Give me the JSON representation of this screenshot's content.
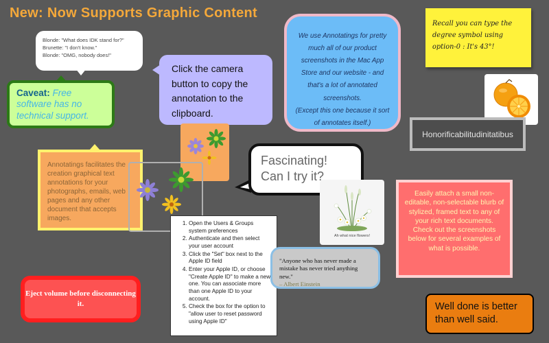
{
  "title": "New: Now Supports Graphic Content",
  "dialog": {
    "lines": [
      "Blonde: \"What does IDK stand for?\"",
      "Brunette: \"I don't know.\"",
      "Blonde: \"OMG, nobody does!\""
    ]
  },
  "caveat": {
    "lead": "Caveat",
    "sep": ": ",
    "text": "Free software has no technical support."
  },
  "camera_note": "Click the camera button to copy the annotation to the clipboard.",
  "blue_note": {
    "main": "We use Annotatings for pretty much all of our product screenshots in the Mac App Store and our website - and that's a lot of annotated screenshots.",
    "aside": "(Except this one because it sort of annotates itself.)"
  },
  "sticky_note": "Recall you can type the degree symbol using option-0 : It's 43°!",
  "honorific": "Honorificabilitudinitatibus",
  "facilitates": "Annotatings facilitates the creation graphical text annotations for your photographs, emails, web pages and any other document that accepts images.",
  "fascinating": "Fascinating! Can I try it?",
  "flowers_caption": "Ah what nice flowers!",
  "steps": [
    "Open the Users & Groups system preferences",
    "Authenticate and then select your user account",
    "Click the \"Set\" box next to the Apple ID field",
    "Enter your Apple ID, or choose \"Create Apple ID\" to make a new one. You can associate more than one Apple ID to your account.",
    "Check the box for the option to \"allow user to reset password using Apple ID\""
  ],
  "quote": {
    "text": "\"Anyone who has never made a mistake has never tried anything new.\"",
    "author": "– Albert Einstein"
  },
  "easy_attach": {
    "main": "Easily attach a small non-editable, non-selectable blurb of stylized, framed text to any of your rich text documents.",
    "follow": "Check out the screenshots below for several examples of what is possible."
  },
  "eject": "Eject volume before disconnecting it.",
  "well_done": "Well done is better than well said.",
  "colors": {
    "background": "#595959",
    "title": "#f4a83a",
    "caveat_fill": "#ccff99",
    "camera_fill": "#bdb9ff",
    "blue_fill": "#6cbcf7",
    "sticky_fill": "#fff23b",
    "facil_fill": "#f7a85e",
    "red_fill": "#ff6e6e",
    "eject_fill": "#fd5252",
    "welldone_fill": "#ea7d10"
  },
  "images": {
    "flower_tile": "daisy-flowers-icon",
    "oranges": "oranges-photo",
    "wildflowers": "wildflowers-photo"
  }
}
